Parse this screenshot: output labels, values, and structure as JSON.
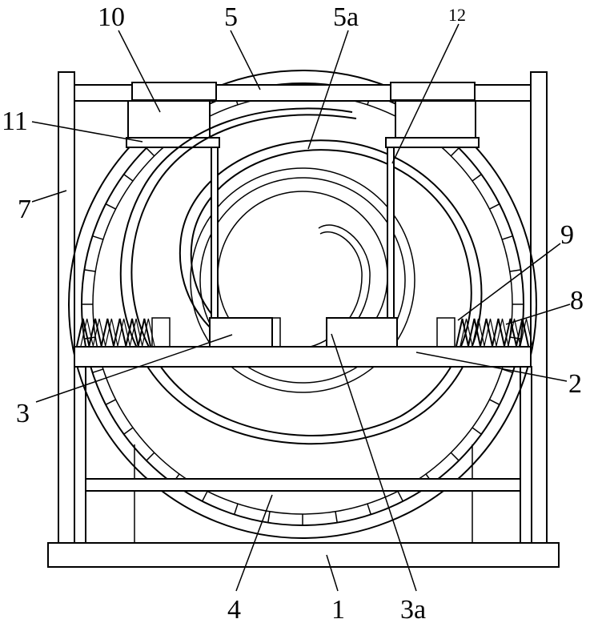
{
  "labels": {
    "l10": "10",
    "l5": "5",
    "l5a": "5a",
    "l12": "12",
    "l11": "11",
    "l7": "7",
    "l9": "9",
    "l8": "8",
    "l2": "2",
    "l3": "3",
    "l4": "4",
    "l1": "1",
    "l3a": "3a"
  }
}
